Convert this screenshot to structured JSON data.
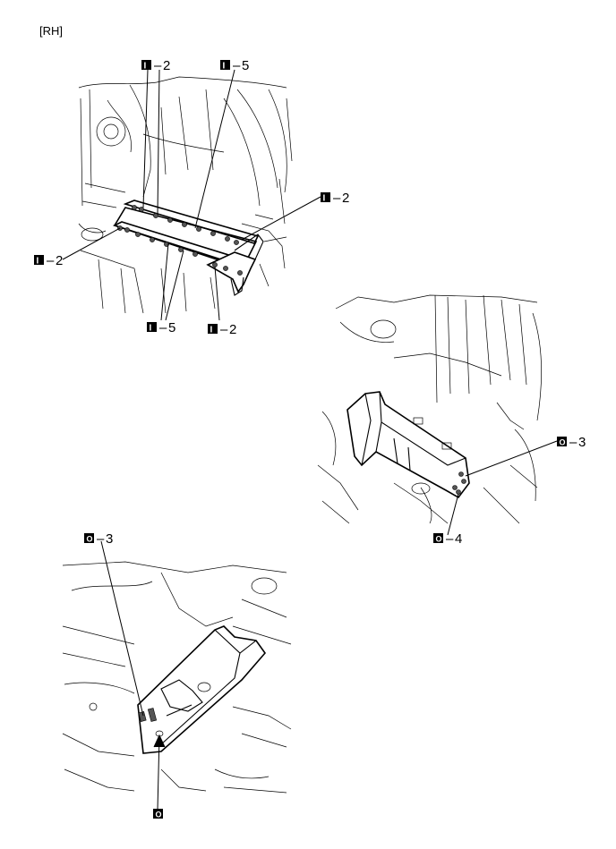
{
  "side_label": "[RH]",
  "view_top": {
    "callouts": [
      {
        "symbol": "I",
        "text": "2"
      },
      {
        "symbol": "I",
        "text": "5"
      },
      {
        "symbol": "I",
        "text": "2"
      },
      {
        "symbol": "I",
        "text": "2"
      },
      {
        "symbol": "I",
        "text": "5"
      },
      {
        "symbol": "I",
        "text": "2"
      }
    ]
  },
  "view_right": {
    "callouts": [
      {
        "symbol": "O",
        "text": "3"
      },
      {
        "symbol": "O",
        "text": "4"
      }
    ]
  },
  "view_bottom": {
    "callouts": [
      {
        "symbol": "O",
        "text": "3"
      },
      {
        "symbol": "O",
        "text": ""
      }
    ]
  },
  "dash": "–",
  "colors": {
    "line": "#000000",
    "weld_spot": "#555555",
    "background": "#ffffff"
  }
}
